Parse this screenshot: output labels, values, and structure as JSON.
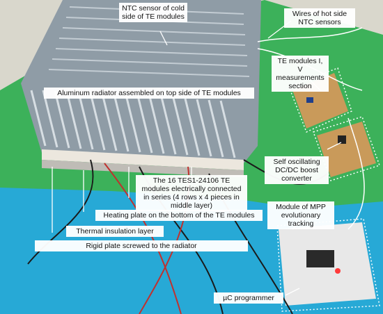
{
  "labels": {
    "ntc_cold": "NTC sensor of cold side of TE modules",
    "wires_hot": "Wires of hot side NTC sensors",
    "measurements": "TE modules I, V measurements section",
    "radiator": "Aluminum radiator assembled on top side of TE modules",
    "converter": "Self oscillating DC/DC boost converter",
    "te_series": "The 16 TES1-24106 TE modules electrically connected in series (4 rows x 4 pieces in middle layer)",
    "heating_plate": "Heating plate on the bottom of the TE modules",
    "mpp": "Module of MPP evolutionary tracking",
    "insulation": "Thermal insulation layer",
    "rigid_plate": "Rigid plate screwed to the radiator",
    "programmer": "µC programmer"
  },
  "colors": {
    "background_green": "#3cb15a",
    "table_blue": "#27a9d6",
    "wall": "#d9d7cc",
    "radiator": "#a6b3bd",
    "pcb": "#c99a5a",
    "board_white": "#e8e8e8"
  }
}
